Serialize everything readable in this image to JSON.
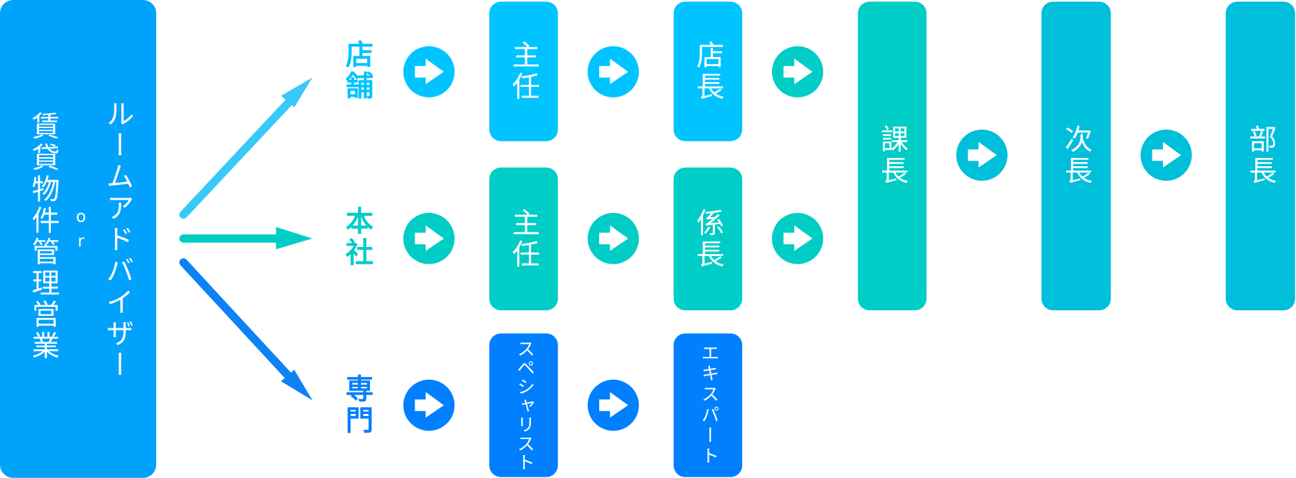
{
  "origin": {
    "line1": "賃貸物件管理営業",
    "or": "or",
    "line2": "ルームアドバイザー"
  },
  "tracks": [
    {
      "label": "店舗",
      "color": "#00c4ff"
    },
    {
      "label": "本社",
      "color": "#00cdc6"
    },
    {
      "label": "専門",
      "color": "#0080ff"
    }
  ],
  "positions": {
    "store_chief": "主任",
    "store_manager": "店長",
    "hq_chief": "主任",
    "hq_subsection": "係長",
    "specialist": "スペシャリスト",
    "expert": "エキスパート",
    "section_chief": "課長",
    "deputy_director": "次長",
    "director": "部長"
  },
  "colors": {
    "origin": "#00a2fb",
    "store": "#00c4ff",
    "hq": "#00cdc6",
    "special": "#0080ff",
    "upper": "#00bfdb"
  }
}
